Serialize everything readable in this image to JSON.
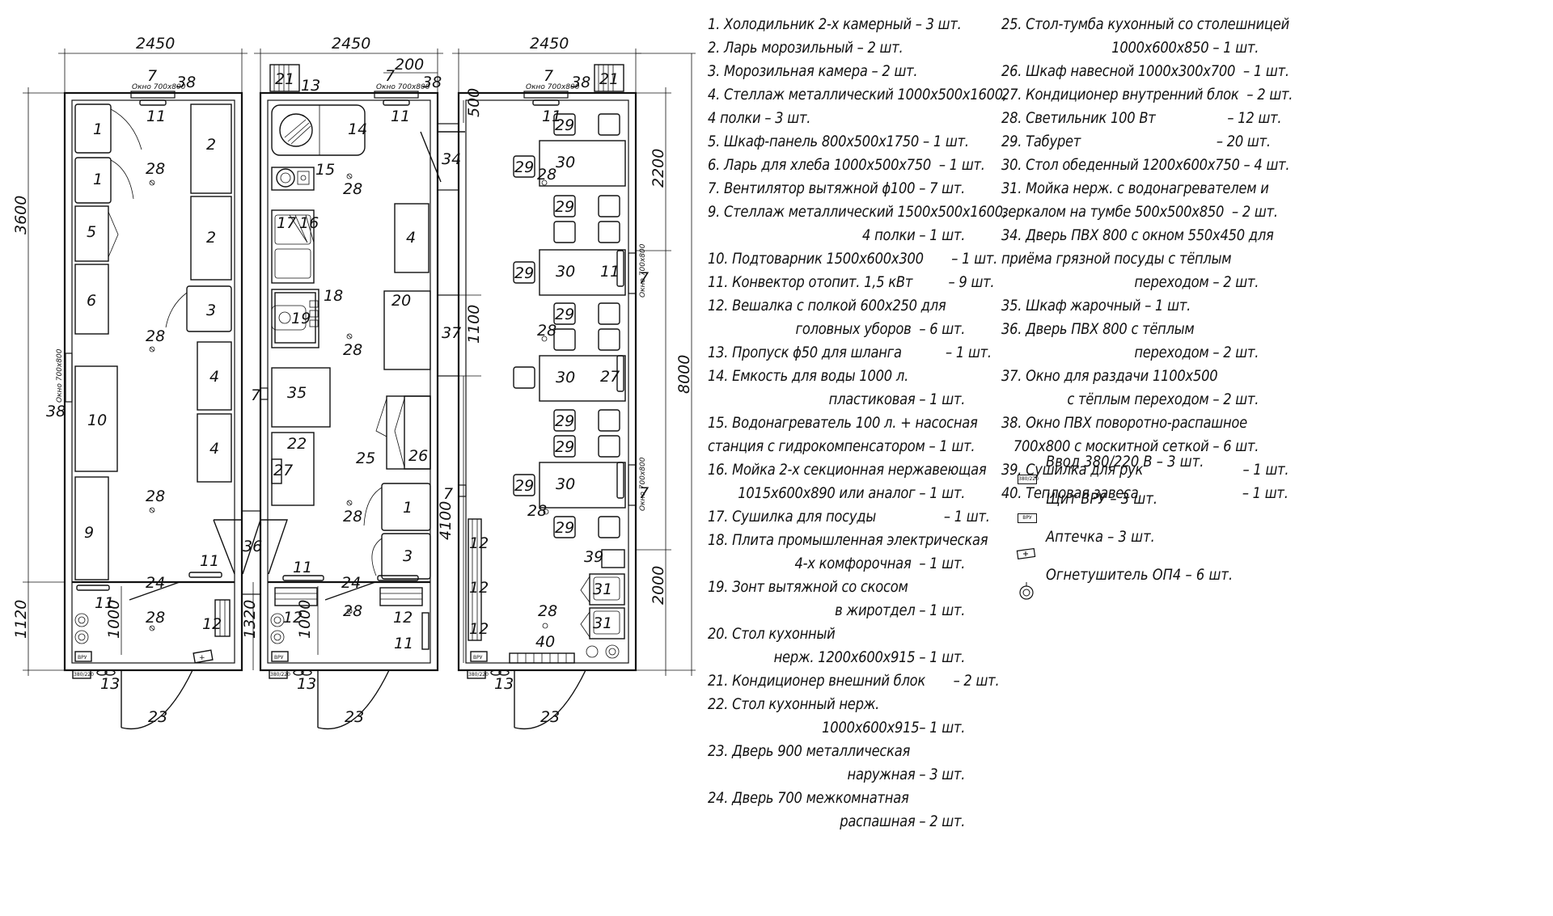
{
  "plans": {
    "dims": {
      "width_label": "2450",
      "width_200": "200",
      "h_3600": "3600",
      "h_1120": "1120",
      "h_1320": "1320",
      "h_1000": "1000",
      "h_8000": "8000",
      "h_2200": "2200",
      "h_2000": "2000",
      "h_1100": "1100",
      "h_4100": "4100",
      "h_500": "500"
    },
    "window_label": "Окно 700х800",
    "vru": "ВРУ",
    "input_label": "380/220",
    "numbers": {
      "n1": "1",
      "n2": "2",
      "n3": "3",
      "n4": "4",
      "n5": "5",
      "n6": "6",
      "n7": "7",
      "n9": "9",
      "n10": "10",
      "n11": "11",
      "n12": "12",
      "n13": "13",
      "n14": "14",
      "n15": "15",
      "n16": "16",
      "n17": "17",
      "n18": "18",
      "n19": "19",
      "n20": "20",
      "n21": "21",
      "n22": "22",
      "n23": "23",
      "n24": "24",
      "n25": "25",
      "n26": "26",
      "n27": "27",
      "n28": "28",
      "n29": "29",
      "n30": "30",
      "n31": "31",
      "n34": "34",
      "n35": "35",
      "n36": "36",
      "n37": "37",
      "n38": "38",
      "n39": "39",
      "n40": "40"
    }
  },
  "legend_col1": [
    {
      "text": "1. Холодильник 2-х камерный – 3 шт."
    },
    {
      "text": "2. Ларь морозильный – 2 шт."
    },
    {
      "text": "3. Морозильная камера – 2 шт."
    },
    {
      "text": "4. Стеллаж металлический 1000х500х1600,"
    },
    {
      "text": "4 полки – 3 шт."
    },
    {
      "text": "5. Шкаф-панель 800х500х1750 – 1 шт."
    },
    {
      "text": "6. Ларь для хлеба 1000х500х750  – 1 шт."
    },
    {
      "text": "7. Вентилятор вытяжной ϕ100 – 7 шт."
    },
    {
      "text": "9. Стеллаж металлический 1500х500х1600,"
    },
    {
      "text": "4 полки – 1 шт.",
      "right": true
    },
    {
      "text": "10. Подтоварник 1500х600х300       – 1 шт."
    },
    {
      "text": "11. Конвектор отопит. 1,5 кВт         – 9 шт."
    },
    {
      "text": "12. Вешалка с полкой 600х250 для"
    },
    {
      "text": "головных уборов  – 6 шт.",
      "right": true
    },
    {
      "text": "13. Пропуск ϕ50 для шланга           – 1 шт."
    },
    {
      "text": "14. Емкость для воды 1000 л."
    },
    {
      "text": "пластиковая – 1 шт.",
      "right": true
    },
    {
      "text": "15. Водонагреватель 100 л. + насосная"
    },
    {
      "text": "станция с гидрокомпенсатором – 1 шт.",
      "right": true
    },
    {
      "text": "16. Мойка 2-х секционная нержавеющая"
    },
    {
      "text": "1015х600х890 или аналог – 1 шт.",
      "right": true
    },
    {
      "text": "17. Сушилка для посуды                 – 1 шт."
    },
    {
      "text": "18. Плита промышленная электрическая"
    },
    {
      "text": "4-х комфорочная  – 1 шт.",
      "right": true
    },
    {
      "text": "19. Зонт вытяжной со скосом"
    },
    {
      "text": "в жиротдел – 1 шт.",
      "right": true
    },
    {
      "text": "20. Стол кухонный"
    },
    {
      "text": "нерж. 1200х600х915 – 1 шт.",
      "right": true
    },
    {
      "text": "21. Кондиционер внешний блок       – 2 шт."
    },
    {
      "text": "22. Стол кухонный нерж."
    },
    {
      "text": "1000х600х915– 1 шт.",
      "right": true
    },
    {
      "text": "23. Дверь 900 металлическая"
    },
    {
      "text": "наружная – 3 шт.",
      "right": true
    },
    {
      "text": "24. Дверь 700 межкомнатная"
    },
    {
      "text": "распашная – 2 шт.",
      "right": true
    }
  ],
  "legend_col2": [
    {
      "text": "25. Стол-тумба кухонный со столешницей"
    },
    {
      "text": "1000х600х850 – 1 шт.",
      "right": true
    },
    {
      "text": "26. Шкаф навесной 1000х300х700  – 1 шт."
    },
    {
      "text": "27. Кондиционер внутренний блок  – 2 шт."
    },
    {
      "text": "28. Светильник 100 Вт                  – 12 шт."
    },
    {
      "text": "29. Табурет                                  – 20 шт."
    },
    {
      "text": "30. Стол обеденный 1200х600х750 – 4 шт."
    },
    {
      "text": "31. Мойка нерж. с водонагревателем и"
    },
    {
      "text": "зеркалом на тумбе 500х500х850  – 2 шт."
    },
    {
      "text": "34. Дверь ПВХ 800 с окном 550х450 для"
    },
    {
      "text": "приёма грязной посуды с тёплым"
    },
    {
      "text": "переходом – 2 шт.",
      "right": true
    },
    {
      "text": "35. Шкаф жарочный – 1 шт."
    },
    {
      "text": "36. Дверь ПВХ 800 с тёплым"
    },
    {
      "text": "переходом – 2 шт.",
      "right": true
    },
    {
      "text": "37. Окно для раздачи 1100х500"
    },
    {
      "text": "с тёплым переходом – 2 шт.",
      "right": true
    },
    {
      "text": "38. Окно ПВХ поворотно-распашное"
    },
    {
      "text": "700х800 с москитной сеткой – 6 шт.",
      "right": true
    },
    {
      "text": "39. Сушилка для рук                         – 1 шт."
    },
    {
      "text": "40. Тепловая завеса                          – 1 шт."
    }
  ],
  "symbols": {
    "input": "Ввод 380/220 В – 3 шт.",
    "input_icon_label": "380/220",
    "vru": "Щит ВРУ – 3 шт.",
    "vru_icon_label": "ВРУ",
    "aid": "Аптечка – 3 шт.",
    "ext": "Огнетушитель ОП4 – 6 шт."
  }
}
